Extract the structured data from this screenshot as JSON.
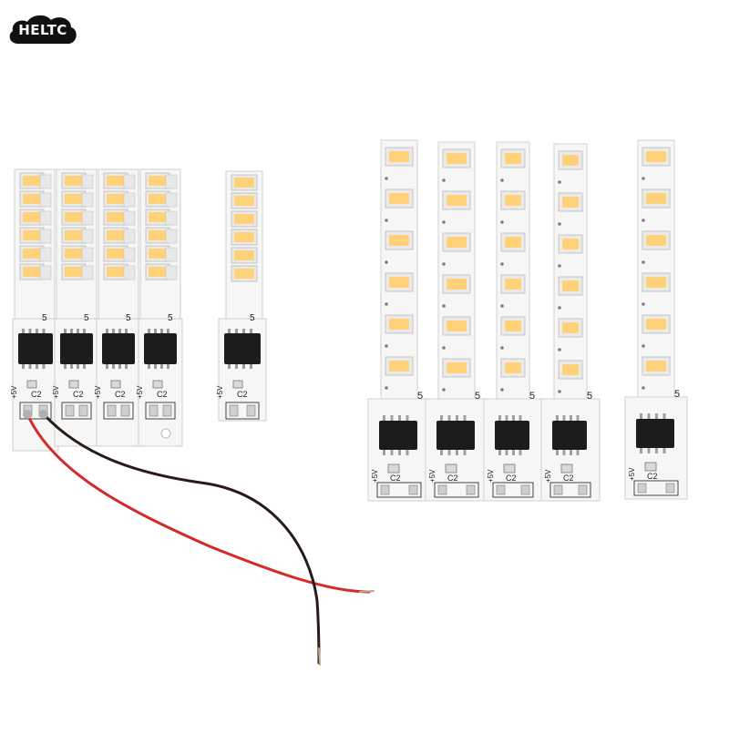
{
  "logo": {
    "text": "HELTC"
  },
  "pcb": {
    "marking_number": "5",
    "marking_voltage": "+5V",
    "marking_cap": "C2",
    "led_color": "#ffd27a",
    "board_color": "#f6f6f4",
    "chip_color": "#1c1c1c"
  },
  "scene": {
    "left_group_strip_count": 5,
    "right_group_strip_count": 5,
    "leds_per_left_strip": 6,
    "leds_per_right_strip": 6,
    "wire_colors": [
      "#d42a2a",
      "#2a1a1a"
    ]
  }
}
